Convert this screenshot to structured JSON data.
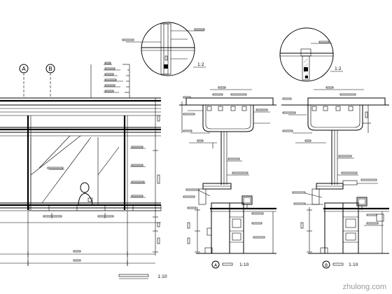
{
  "grid": {
    "axis_a": "A",
    "axis_b": "B"
  },
  "detail_1": {
    "label": "1:2"
  },
  "detail_2": {
    "label": "1:2"
  },
  "sections": {
    "a": {
      "circle": "A",
      "scale": "1:10"
    },
    "b": {
      "circle": "B",
      "scale": "1:10"
    }
  },
  "elevation": {
    "scale": "1:10"
  },
  "watermark": "zhulong.com"
}
